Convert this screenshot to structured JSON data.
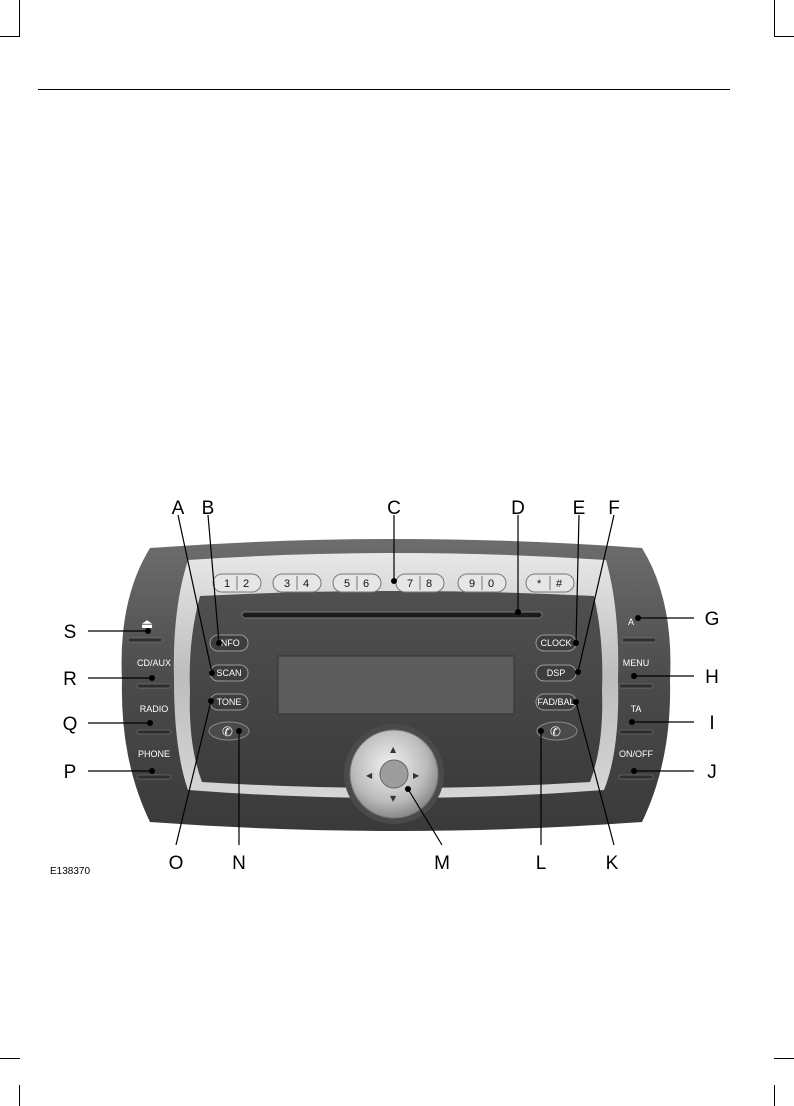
{
  "figure": {
    "id": "E138370",
    "callouts": [
      "A",
      "B",
      "C",
      "D",
      "E",
      "F",
      "G",
      "H",
      "I",
      "J",
      "K",
      "L",
      "M",
      "N",
      "O",
      "P",
      "Q",
      "R",
      "S"
    ],
    "panel": {
      "preset_keys": [
        [
          "1",
          "2"
        ],
        [
          "3",
          "4"
        ],
        [
          "5",
          "6"
        ],
        [
          "7",
          "8"
        ],
        [
          "9",
          "0"
        ],
        [
          "*",
          "#"
        ]
      ],
      "left_buttons": [
        "INFO",
        "SCAN",
        "TONE"
      ],
      "right_buttons": [
        "CLOCK",
        "DSP",
        "FAD/BAL"
      ],
      "left_side": [
        "CD/AUX",
        "RADIO",
        "PHONE"
      ],
      "right_side": [
        "MENU",
        "TA",
        "ON/OFF"
      ],
      "eject_icon": "eject-icon",
      "right_top_label": "A"
    }
  }
}
